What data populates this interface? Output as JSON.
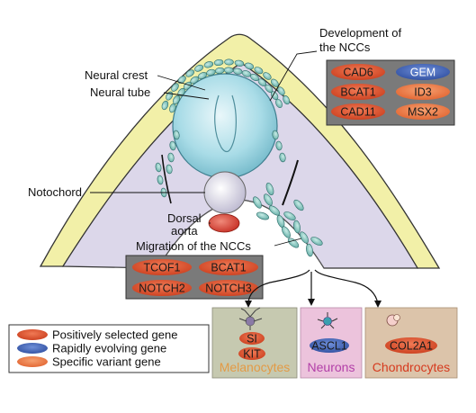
{
  "labels": {
    "development": [
      "Development of",
      "the NCCs"
    ],
    "neural_crest": "Neural crest",
    "neural_tube": "Neural tube",
    "notochord": "Notochord",
    "dorsal_aorta": [
      "Dorsal",
      "aorta"
    ],
    "migration": "Migration of the NCCs"
  },
  "development_genes": [
    {
      "name": "CAD6",
      "type": "positive"
    },
    {
      "name": "GEM",
      "type": "rapid"
    },
    {
      "name": "BCAT1",
      "type": "positive"
    },
    {
      "name": "ID3",
      "type": "specific"
    },
    {
      "name": "CAD11",
      "type": "positive"
    },
    {
      "name": "MSX2",
      "type": "specific"
    }
  ],
  "migration_genes": [
    {
      "name": "TCOF1",
      "type": "positive"
    },
    {
      "name": "BCAT1",
      "type": "positive"
    },
    {
      "name": "NOTCH2",
      "type": "positive"
    },
    {
      "name": "NOTCH3",
      "type": "positive"
    }
  ],
  "legend": [
    {
      "label": "Positively selected gene",
      "type": "positive"
    },
    {
      "label": "Rapidly evolving gene",
      "type": "rapid"
    },
    {
      "label": "Specific variant gene",
      "type": "specific"
    }
  ],
  "cell_types": [
    {
      "name": "Melanocytes",
      "genes": [
        "SI",
        "KIT"
      ],
      "bg": "#c6c9b0",
      "label_color": "#e39a45"
    },
    {
      "name": "Neurons",
      "genes": [
        "ASCL1"
      ],
      "bg": "#ecc3dc",
      "label_color": "#b23fa8"
    },
    {
      "name": "Chondrocytes",
      "genes": [
        "COL2A1"
      ],
      "bg": "#dcc4aa",
      "label_color": "#d63a1e"
    }
  ],
  "colors": {
    "positive": "#d94a2a",
    "rapid": "#3d63b8",
    "specific": "#e8703c",
    "ectoderm": "#f2f0a8",
    "mesoderm": "#d7d2e6",
    "neural_tube": "#9fd6e2",
    "nc_cell": "#86c8c0"
  }
}
